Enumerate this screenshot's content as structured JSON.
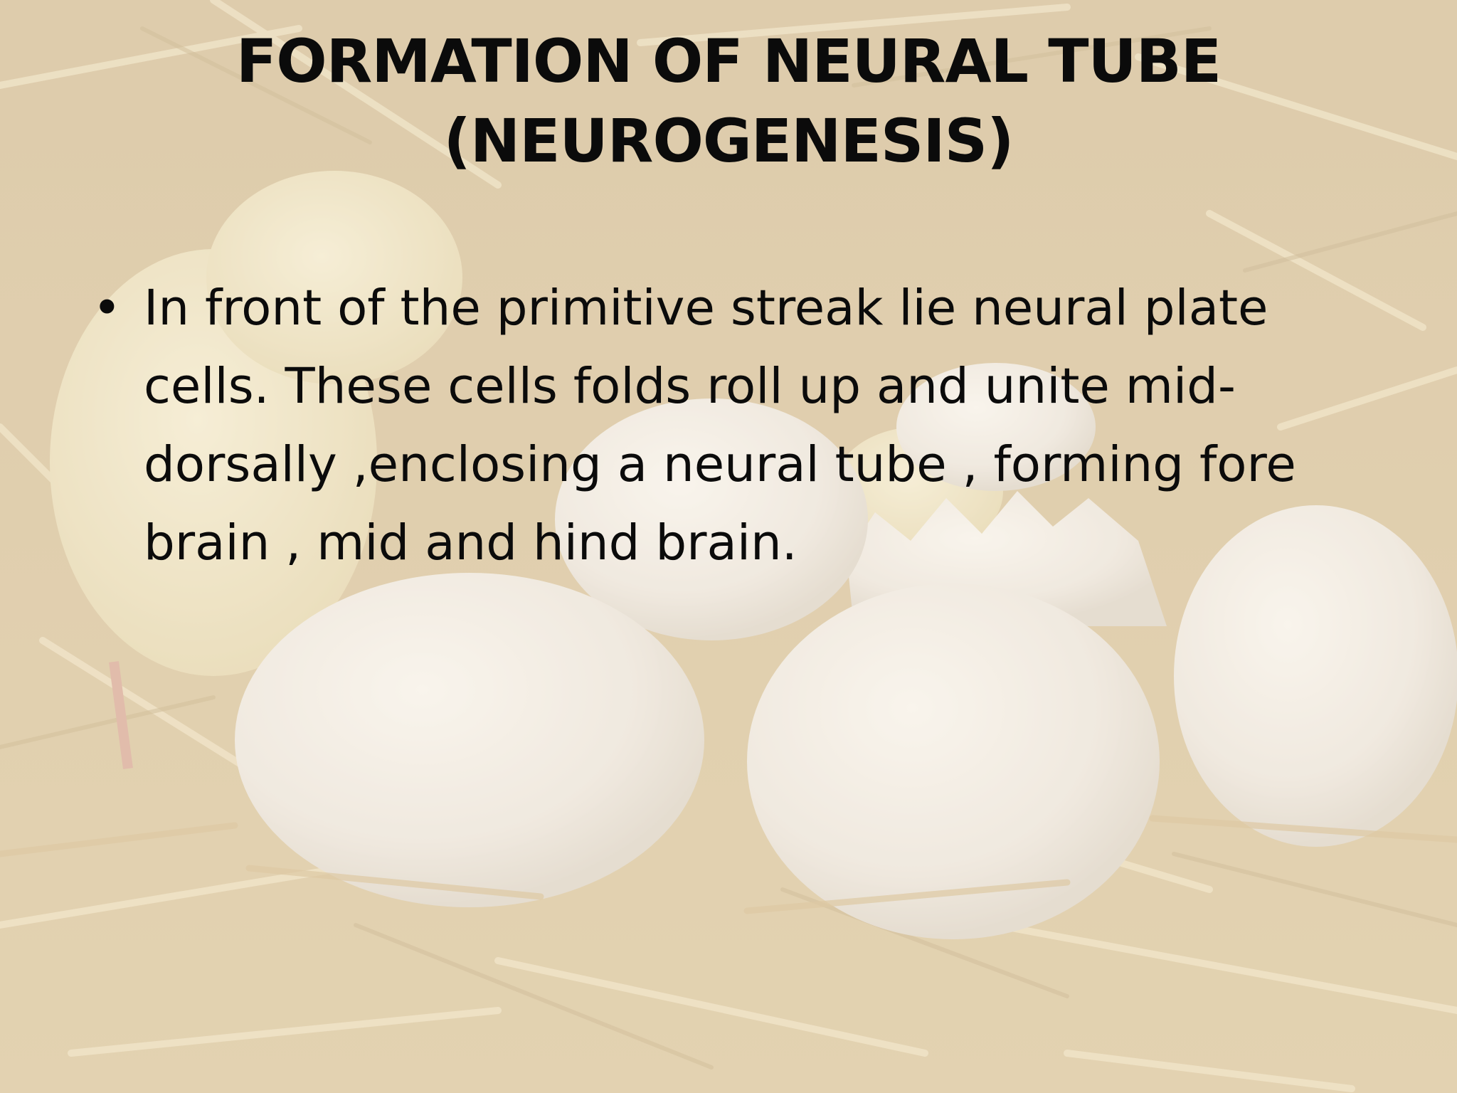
{
  "slide": {
    "title_line1": "FORMATION OF NEURAL TUBE",
    "title_line2": "(NEUROGENESIS)",
    "bullets": [
      {
        "marker": "•",
        "text": "In front of the primitive streak lie neural plate cells. These cells folds roll up and unite mid-dorsally ,enclosing a neural tube , forming fore brain , mid and hind brain."
      }
    ]
  },
  "background": {
    "description_icon": "chicks-eggs-straw-photo",
    "colors": {
      "straw": "#d8c6a2",
      "egg": "#f4f1ee",
      "chick": "#efe6c4",
      "text": "#0b0b0b"
    }
  }
}
